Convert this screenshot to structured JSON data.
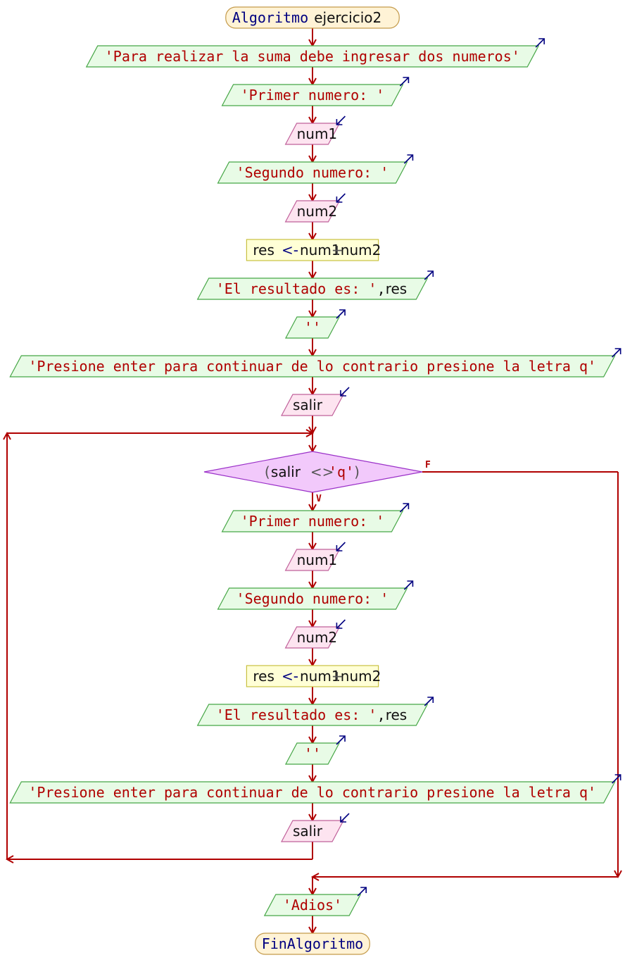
{
  "colors": {
    "flow": "#b00000",
    "keyword": "#000080",
    "string": "#b00000",
    "ident": "#111111",
    "operator": "#555555",
    "arrow_icon": "#000080",
    "terminal_fill": "#fff3d6",
    "terminal_stroke": "#c49a4a",
    "output_fill": "#e8fbe6",
    "output_stroke": "#46a646",
    "input_fill": "#fde4f0",
    "input_stroke": "#c0609a",
    "process_fill": "#ffffd6",
    "process_stroke": "#c8c040",
    "decision_fill": "#f2c9fb",
    "decision_stroke": "#9a30c8"
  },
  "start": {
    "keyword": "Algoritmo",
    "name": "ejercicio2"
  },
  "steps": [
    {
      "type": "output",
      "str": "'Para realizar la suma debe ingresar dos numeros'"
    },
    {
      "type": "output",
      "str": "'Primer numero: '"
    },
    {
      "type": "input",
      "var": "num1"
    },
    {
      "type": "output",
      "str": "'Segundo numero: '"
    },
    {
      "type": "input",
      "var": "num2"
    },
    {
      "type": "process",
      "target": "res",
      "op": "<-",
      "a": "num1",
      "plus": "+",
      "b": "num2"
    },
    {
      "type": "output",
      "str": "'El resultado es: '",
      "comma": ",",
      "var": "res"
    },
    {
      "type": "output",
      "str": "''"
    },
    {
      "type": "output",
      "str": "'Presione enter para continuar de lo contrario presione la letra q'"
    },
    {
      "type": "input",
      "var": "salir"
    }
  ],
  "loop": {
    "condition": {
      "open": "(",
      "var": "salir",
      "op": "<>",
      "str": "'q'",
      "close": ")"
    },
    "true_label": "V",
    "false_label": "F",
    "body": [
      {
        "type": "output",
        "str": "'Primer numero: '"
      },
      {
        "type": "input",
        "var": "num1"
      },
      {
        "type": "output",
        "str": "'Segundo numero: '"
      },
      {
        "type": "input",
        "var": "num2"
      },
      {
        "type": "process",
        "target": "res",
        "op": "<-",
        "a": "num1",
        "plus": "+",
        "b": "num2"
      },
      {
        "type": "output",
        "str": "'El resultado es: '",
        "comma": ",",
        "var": "res"
      },
      {
        "type": "output",
        "str": "''"
      },
      {
        "type": "output",
        "str": "'Presione enter para continuar de lo contrario presione la letra q'"
      },
      {
        "type": "input",
        "var": "salir"
      }
    ]
  },
  "after": [
    {
      "type": "output",
      "str": "'Adios'"
    }
  ],
  "end": {
    "keyword": "FinAlgoritmo"
  }
}
